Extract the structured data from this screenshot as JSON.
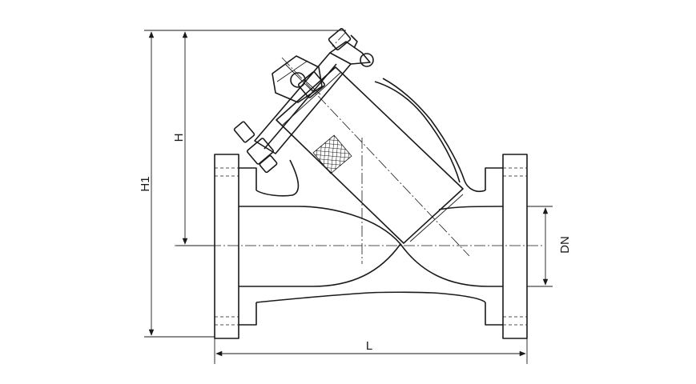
{
  "dimension_labels": {
    "height_to_top": "H",
    "overall_height": "H1",
    "nominal_diameter": "DN",
    "length": "L"
  },
  "colors": {
    "line": "#1a1a1a",
    "background": "#ffffff"
  }
}
